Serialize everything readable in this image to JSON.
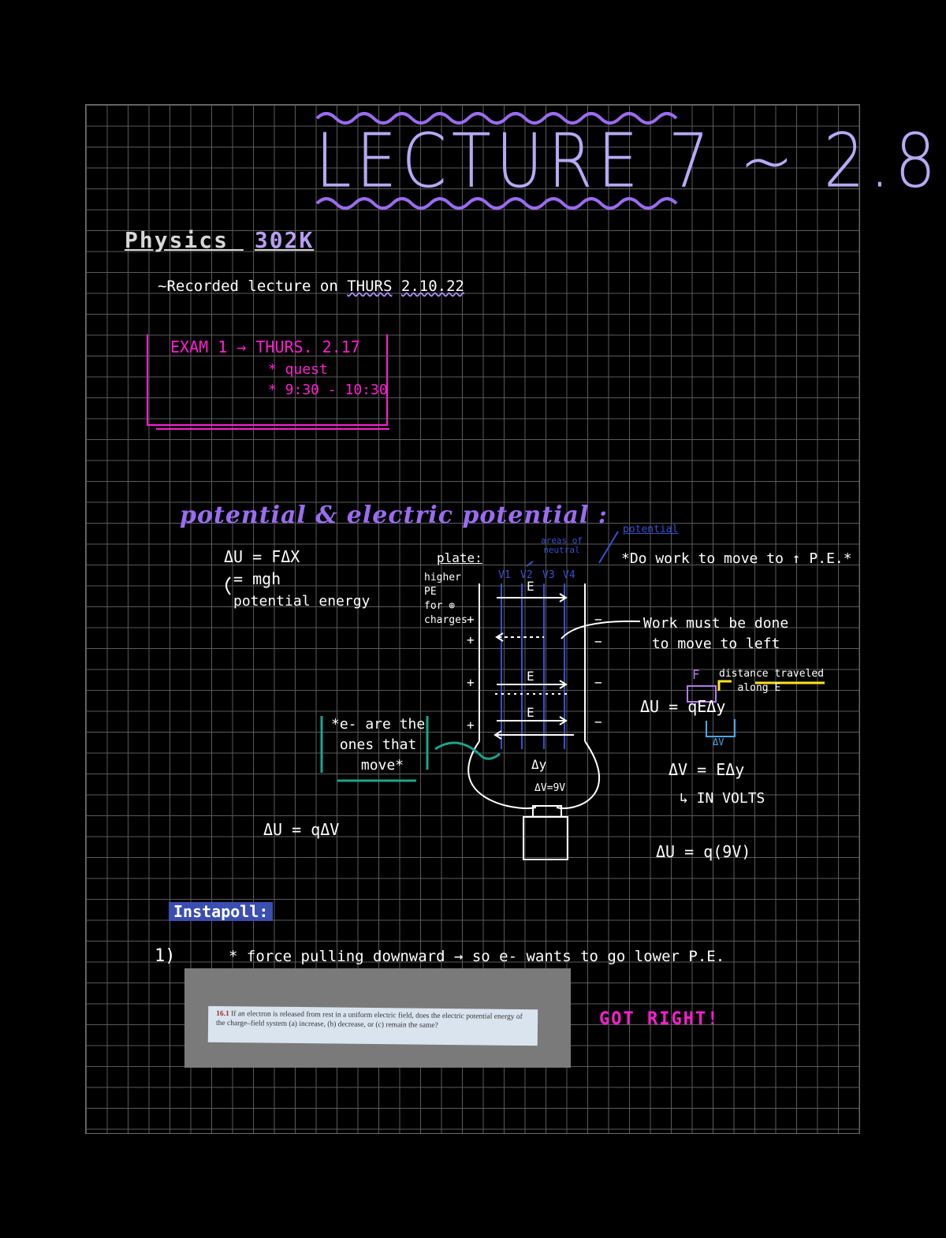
{
  "title": "LECTURE 7 ~ 2.8",
  "course": {
    "name": "Physics",
    "number": "302K"
  },
  "recorded": {
    "prefix": "~Recorded lecture on",
    "day": "THURS",
    "date": "2.10.22"
  },
  "exam": {
    "line1": "EXAM 1 → THURS. 2.17",
    "line2": "* quest",
    "line3": "* 9:30 - 10:30"
  },
  "section_title": "potential & electric potential :",
  "equations": {
    "du_fdx": "ΔU = FΔX",
    "mgh": "= mgh",
    "pe_label": "potential energy",
    "du_qdv": "ΔU = qΔV",
    "du_qedy": "ΔU = qEΔy",
    "dv_edy": "ΔV = EΔy",
    "in_volts": "↳ IN VOLTS",
    "du_q9v": "ΔU = q(9V)"
  },
  "diagram": {
    "plate_label": "plate:",
    "higher_pe": "higher\nPE\nfor ⊕\ncharges",
    "neutral": "areas of\nneutral",
    "potential": "potential",
    "do_work": "*Do work to move to ↑ P.E.*",
    "work_must": "Work must be done\n to move to left",
    "distance": "distance traveled\n   along E",
    "e_note": "*e- are the\nones that\n move*",
    "field": "E",
    "dy": "Δy",
    "dv9v": "ΔV=9V",
    "v1": "V1",
    "v2": "V2",
    "v3": "V3",
    "v4": "V4",
    "plus": "+",
    "minus": "−",
    "F_label": "F",
    "dV_label": "ΔV"
  },
  "instapoll": {
    "label": "Instapoll:",
    "number": "1)",
    "note": "* force pulling downward → so e- wants to go lower P.E.",
    "question_num": "16.1",
    "question": "If an electron is released from rest in a uniform electric field, does the electric potential energy of the charge–field system (a) increase, (b) decrease, or (c) remain the same?",
    "result": "GOT RIGHT!"
  },
  "colors": {
    "lavender": "#b7a9f5",
    "pink": "#ff1fd2",
    "navy": "#3a4fd0",
    "purple": "#9a6cf0",
    "teal": "#1aa58a"
  }
}
